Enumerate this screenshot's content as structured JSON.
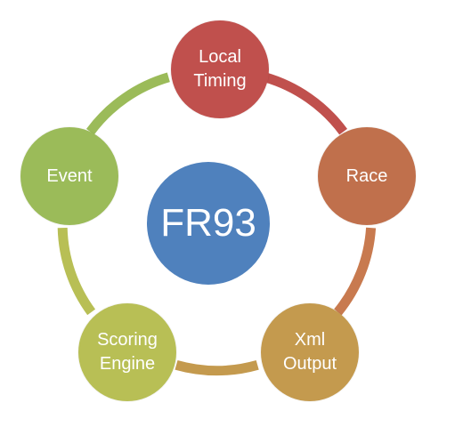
{
  "center": {
    "label": "FR93",
    "color": "#4f81bd"
  },
  "nodes": [
    {
      "key": "local",
      "label": "Local\nTiming",
      "color": "#c0504d"
    },
    {
      "key": "race",
      "label": "Race",
      "color": "#c0704c"
    },
    {
      "key": "xml",
      "label": "Xml\nOutput",
      "color": "#c49a4e"
    },
    {
      "key": "scoring",
      "label": "Scoring\nEngine",
      "color": "#b8bf55"
    },
    {
      "key": "event",
      "label": "Event",
      "color": "#9bbb59"
    }
  ],
  "connectors": [
    {
      "from": "local",
      "to": "race",
      "color": "#c0504d"
    },
    {
      "from": "race",
      "to": "xml",
      "color": "#c87a4f"
    },
    {
      "from": "xml",
      "to": "scoring",
      "color": "#c49a4e"
    },
    {
      "from": "scoring",
      "to": "event",
      "color": "#b8bf55"
    },
    {
      "from": "event",
      "to": "local",
      "color": "#9bbb59"
    }
  ]
}
